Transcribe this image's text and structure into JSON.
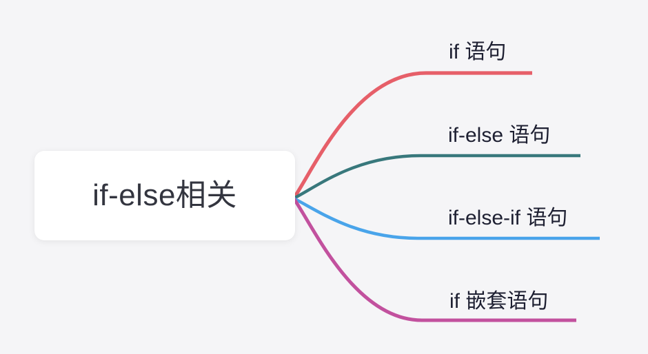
{
  "canvas": {
    "background_color": "#f5f5f7",
    "node_background_color": "#ffffff",
    "root_text_color": "#33353f",
    "branch_text_color": "#1e2032"
  },
  "mindmap": {
    "root": {
      "label": "if-else相关"
    },
    "branches": [
      {
        "label": "if 语句",
        "color": "#e65f69"
      },
      {
        "label": "if-else 语句",
        "color": "#38787c"
      },
      {
        "label": "if-else-if 语句",
        "color": "#49a4ea"
      },
      {
        "label": "if 嵌套语句",
        "color": "#c2519e"
      }
    ]
  }
}
